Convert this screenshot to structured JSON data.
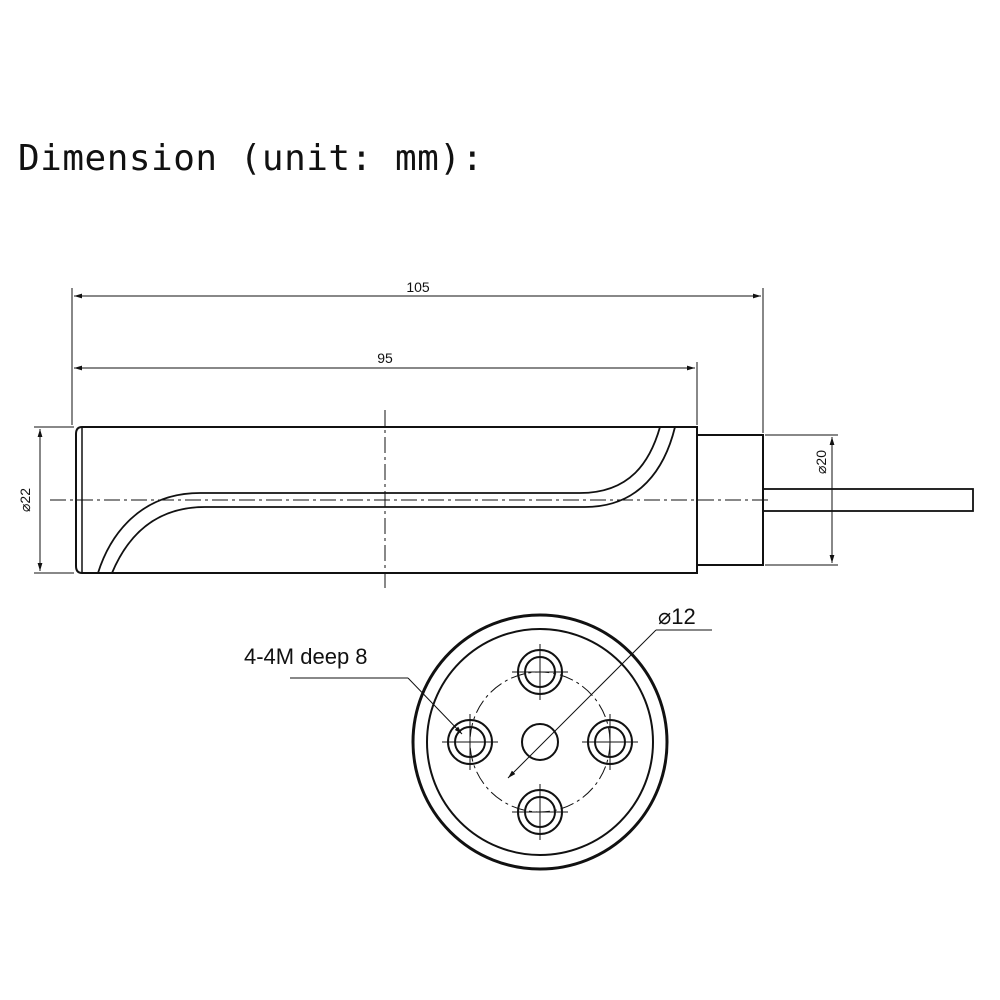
{
  "title": "Dimension (unit: mm):",
  "dimensions": {
    "total_length": "105",
    "body_length": "95",
    "body_diameter": "⌀22",
    "end_diameter": "⌀20",
    "bolt_circle": "⌀12",
    "holes": "4-4M deep 8"
  }
}
